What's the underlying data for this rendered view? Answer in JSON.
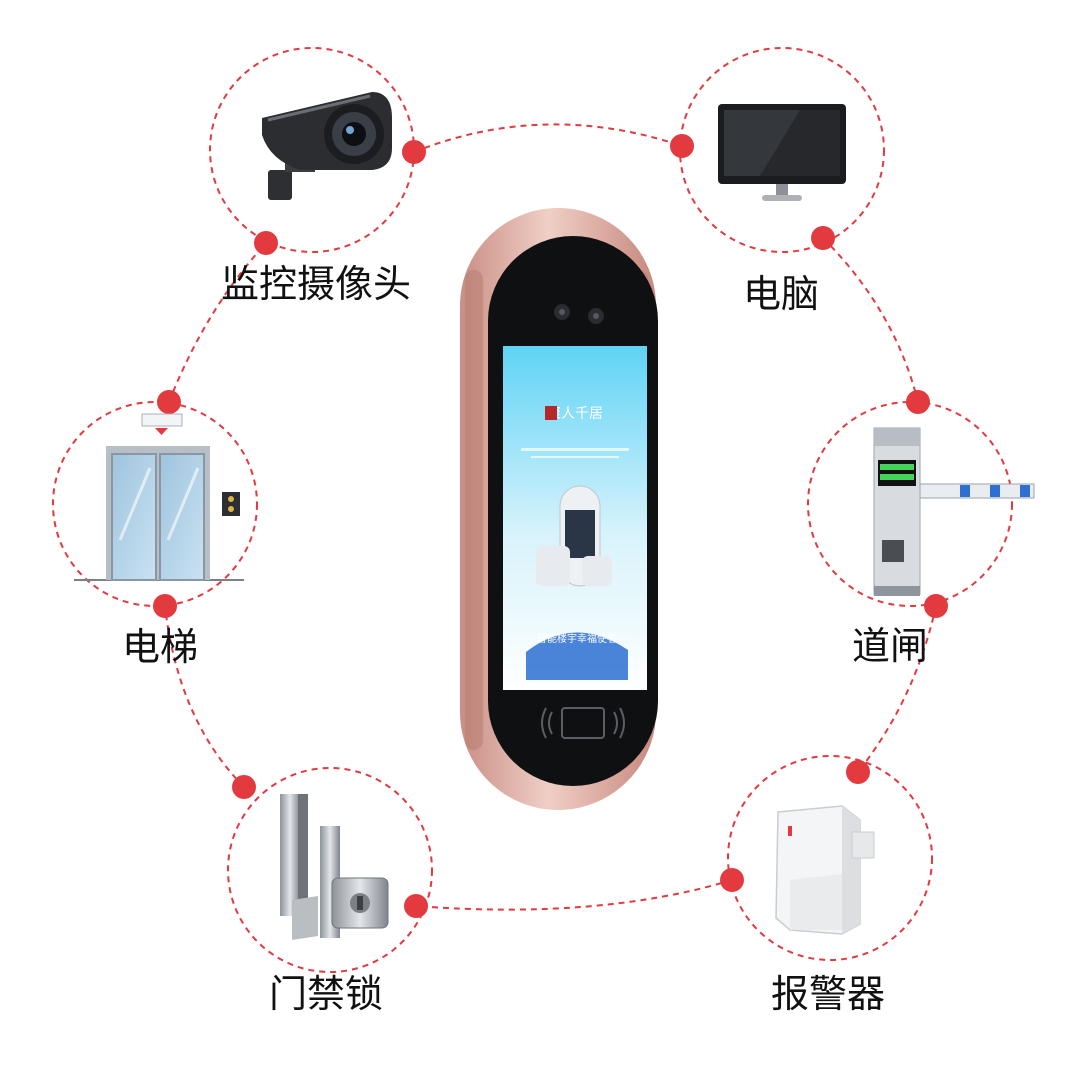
{
  "colors": {
    "accent": "#e23a3f",
    "device_shell": "#d9a89e",
    "screen_sky": "#39bff0"
  },
  "center_device": {
    "name": "face-recognition-terminal",
    "screen": {
      "brand": "聚人千居",
      "tagline": "智能楼宇幸福使者"
    }
  },
  "nodes": [
    {
      "id": "camera",
      "label": "监控摄像头",
      "icon": "camera-icon"
    },
    {
      "id": "computer",
      "label": "电脑",
      "icon": "monitor-icon"
    },
    {
      "id": "gate",
      "label": "道闸",
      "icon": "barrier-gate-icon"
    },
    {
      "id": "alarm",
      "label": "报警器",
      "icon": "motion-sensor-icon"
    },
    {
      "id": "lock",
      "label": "门禁锁",
      "icon": "door-lock-icon"
    },
    {
      "id": "elevator",
      "label": "电梯",
      "icon": "elevator-icon"
    }
  ]
}
